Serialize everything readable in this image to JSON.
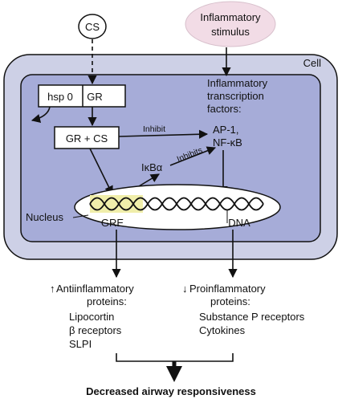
{
  "labels": {
    "cs": "CS",
    "inflammatory_stimulus_line1": "Inflammatory",
    "inflammatory_stimulus_line2": "stimulus",
    "cell": "Cell",
    "hsp": "hsp 0",
    "gr": "GR",
    "gr_cs": "GR + CS",
    "inhibit": "Inhibit",
    "inhibits": "Inhibits",
    "ikba": "IκBα",
    "tf_line1": "Inflammatory",
    "tf_line2": "transcription",
    "tf_line3": "factors:",
    "ap1": "AP-1,",
    "nfkb": "NF-κB",
    "nucleus": "Nucleus",
    "gre": "GRE",
    "dna": "DNA",
    "anti_line1": "Antiinflammatory",
    "anti_line2": "proteins:",
    "anti_item1": "Lipocortin",
    "anti_item2": "β receptors",
    "anti_item3": "SLPI",
    "up_arrow": "↑",
    "pro_line1": "Proinflammatory",
    "pro_line2": "proteins:",
    "pro_item1": "Substance P receptors",
    "pro_item2": "Cytokines",
    "down_arrow": "↓",
    "result": "Decreased airway responsiveness"
  },
  "colors": {
    "cell_fill": "#cdd0e6",
    "cytoplasm_fill": "#a6acd8",
    "stimulus_fill": "#f2dce6",
    "gre_highlight": "#f0eeaa",
    "stroke": "#111111"
  }
}
